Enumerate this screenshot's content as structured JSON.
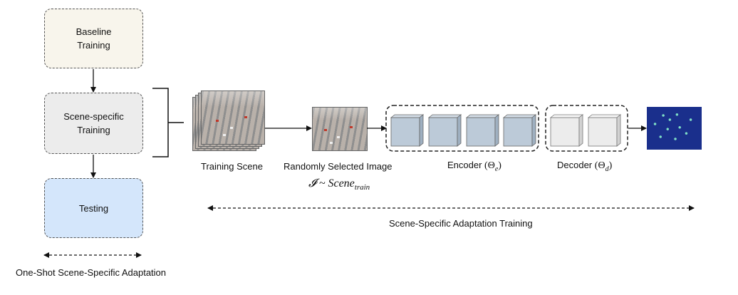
{
  "pipeline": {
    "baseline": "Baseline\nTraining",
    "scene_specific": "Scene-specific\nTraining",
    "testing": "Testing",
    "caption": "One-Shot Scene-Specific Adaptation"
  },
  "training": {
    "training_scene": "Training Scene",
    "random_image": "Randomly Selected Image",
    "random_formula_main": "𝓘 ~ Scene",
    "random_formula_sub": "train",
    "encoder": "Encoder",
    "encoder_param": "Θ",
    "encoder_sub": "e",
    "decoder": "Decoder",
    "decoder_param": "Θ",
    "decoder_sub": "d",
    "span_caption": "Scene-Specific Adaptation Training"
  },
  "colors": {
    "baseline_fill": "#f8f5ec",
    "scene_fill": "#ececec",
    "testing_fill": "#d4e6fb",
    "encoder_block": "#bccad8",
    "decoder_block": "#ececec",
    "density_map": "#1a2f8c"
  }
}
